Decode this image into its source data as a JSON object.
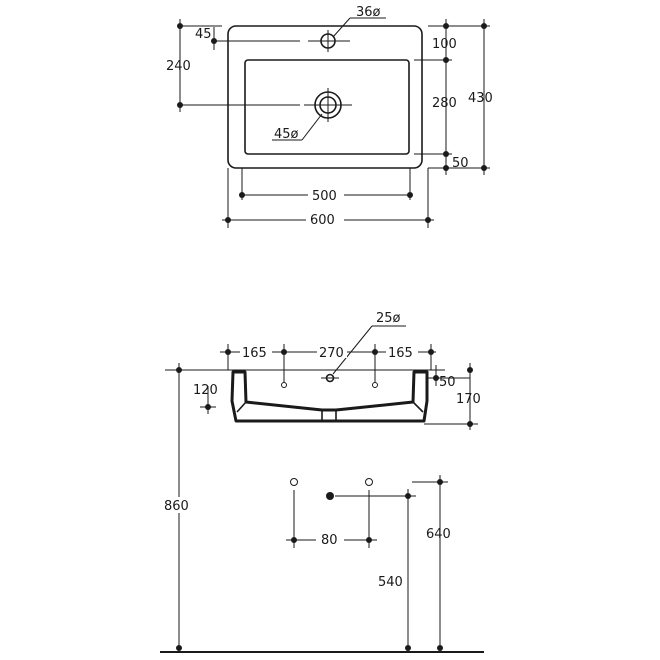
{
  "top_view": {
    "hole_tap": "36ø",
    "tap_offset": "45",
    "drain_offset": "240",
    "drain": "45ø",
    "edge_back": "100",
    "basin_depth": "280",
    "edge_front": "50",
    "total_depth": "430",
    "inner_width": "500",
    "total_width": "600"
  },
  "front_view": {
    "hole": "25ø",
    "left_margin": "165",
    "center_span": "270",
    "right_margin": "165",
    "hole_height": "120",
    "rim": "50",
    "basin_height": "170",
    "install_height": "860"
  },
  "wall": {
    "pipe_spacing": "80",
    "drain_height": "540",
    "supply_height": "640"
  }
}
